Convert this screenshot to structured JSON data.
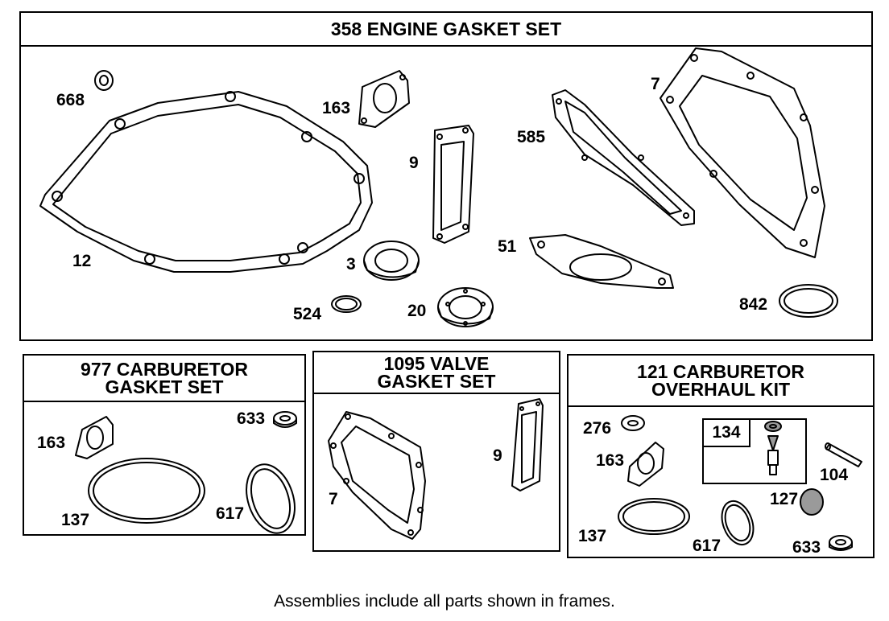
{
  "frames": {
    "engine": {
      "title": "358 ENGINE GASKET SET",
      "parts": [
        "668",
        "163",
        "7",
        "9",
        "585",
        "12",
        "3",
        "51",
        "524",
        "20",
        "842"
      ]
    },
    "carb_gasket": {
      "title": "977 CARBURETOR\n GASKET SET",
      "parts": [
        "163",
        "633",
        "137",
        "617"
      ]
    },
    "valve": {
      "title": "1095 VALVE\nGASKET SET",
      "parts": [
        "9",
        "7"
      ]
    },
    "overhaul": {
      "title": "121 CARBURETOR\nOVERHAUL KIT",
      "parts": [
        "276",
        "163",
        "134",
        "104",
        "127",
        "137",
        "617",
        "633"
      ]
    }
  },
  "footer": "Assemblies include all parts shown in frames."
}
